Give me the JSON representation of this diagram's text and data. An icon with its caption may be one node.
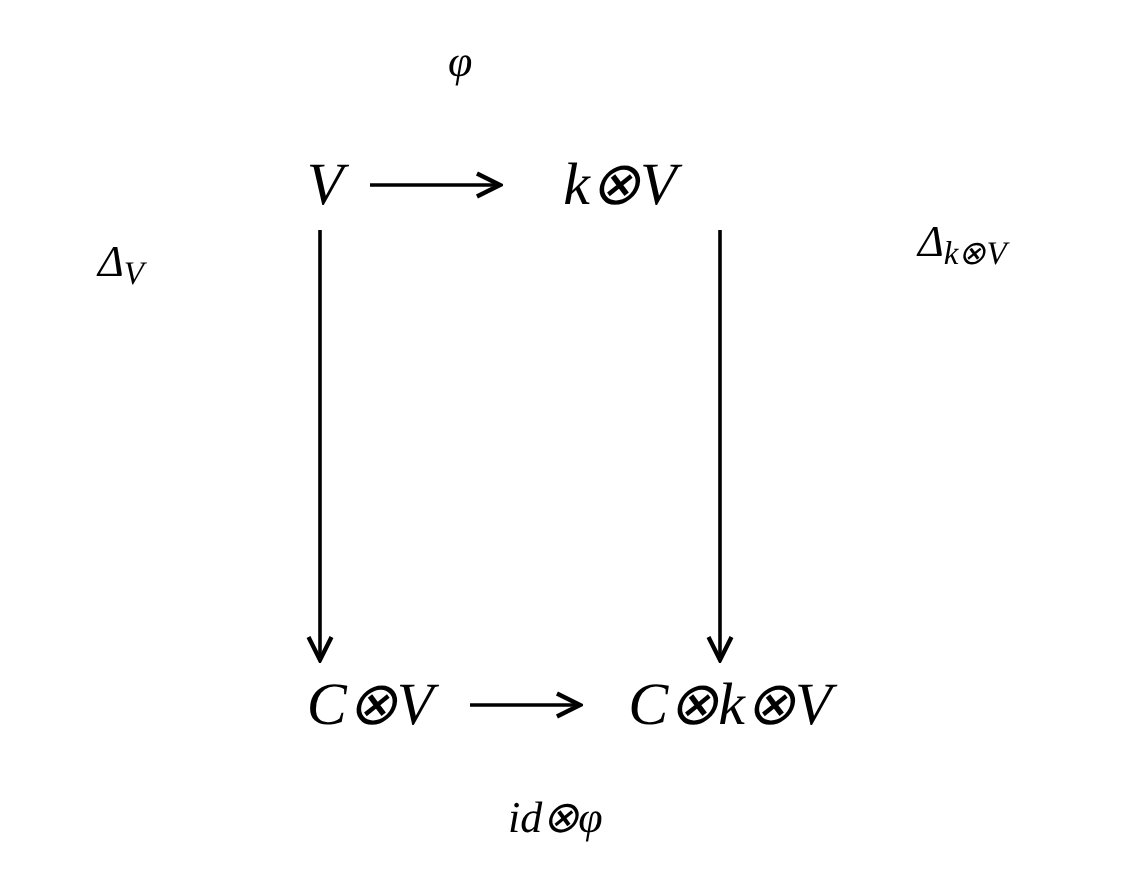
{
  "diagram": {
    "nodes": [
      {
        "text": [
          "V"
        ]
      },
      {
        "text": [
          "k⊗V"
        ]
      },
      {
        "text": [
          "C⊗V"
        ]
      },
      {
        "text": [
          "C⊗k⊗V"
        ]
      }
    ],
    "edges": [
      {
        "from": 0,
        "to": 1,
        "arrow": "to",
        "label": "φ"
      },
      {
        "from": 0,
        "to": 2,
        "arrow": "to",
        "label": "Δ$_{V}$"
      },
      {
        "from": 1,
        "to": 3,
        "arrow": "to",
        "label": "Δ$_{k⊗V}$"
      },
      {
        "from": 2,
        "to": 3,
        "arrow": "to",
        "label": "id⊗φ"
      }
    ]
  }
}
